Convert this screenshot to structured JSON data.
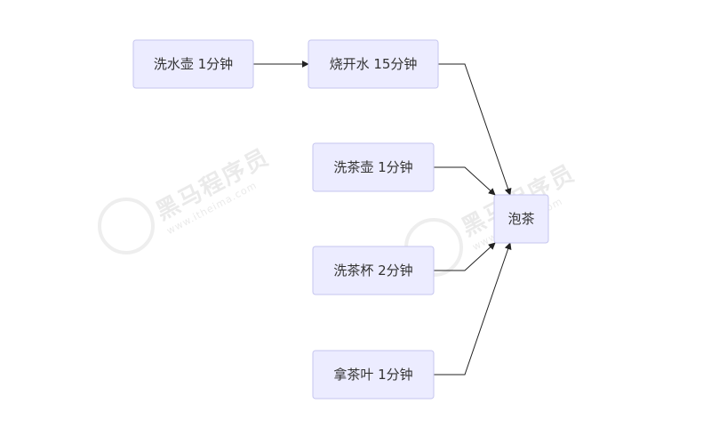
{
  "diagram": {
    "nodes": [
      {
        "id": "wash_kettle",
        "label": "洗水壶  1分钟"
      },
      {
        "id": "boil_water",
        "label": "烧开水  15分钟"
      },
      {
        "id": "wash_teapot",
        "label": "洗茶壶  1分钟"
      },
      {
        "id": "wash_cups",
        "label": "洗茶杯  2分钟"
      },
      {
        "id": "get_tea",
        "label": "拿茶叶  1分钟"
      },
      {
        "id": "brew_tea",
        "label": "泡茶"
      }
    ],
    "edges": [
      {
        "from": "wash_kettle",
        "to": "boil_water"
      },
      {
        "from": "boil_water",
        "to": "brew_tea"
      },
      {
        "from": "wash_teapot",
        "to": "brew_tea"
      },
      {
        "from": "wash_cups",
        "to": "brew_tea"
      },
      {
        "from": "get_tea",
        "to": "brew_tea"
      }
    ]
  },
  "watermark": {
    "brand": "黑马程序员",
    "site": "www.itheima.com"
  }
}
